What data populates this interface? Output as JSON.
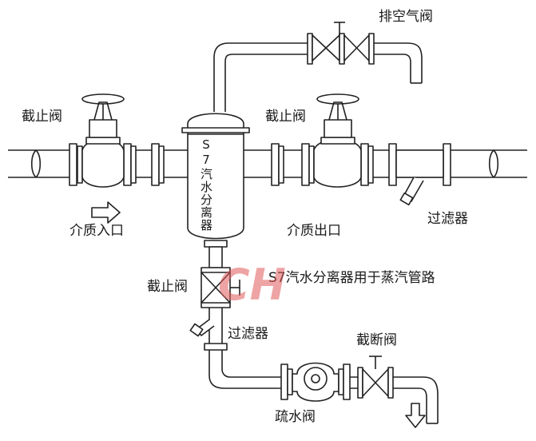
{
  "labels": {
    "vent_valve": "排空气阀",
    "stop_valve_inlet": "截止阀",
    "stop_valve_outlet": "截止阀",
    "stop_valve_drain": "截止阀",
    "separator_body": "S7汽水分离器",
    "medium_inlet": "介质入口",
    "medium_outlet": "介质出口",
    "strainer_main": "过滤器",
    "strainer_drain": "过滤器",
    "caption": "S7汽水分离器用于蒸汽管路",
    "shutoff_valve": "截断阀",
    "steam_trap": "疏水阀"
  },
  "watermark": {
    "text": "CH",
    "color": "#e05a5a"
  },
  "colors": {
    "line": "#222222",
    "fill": "#ffffff"
  }
}
